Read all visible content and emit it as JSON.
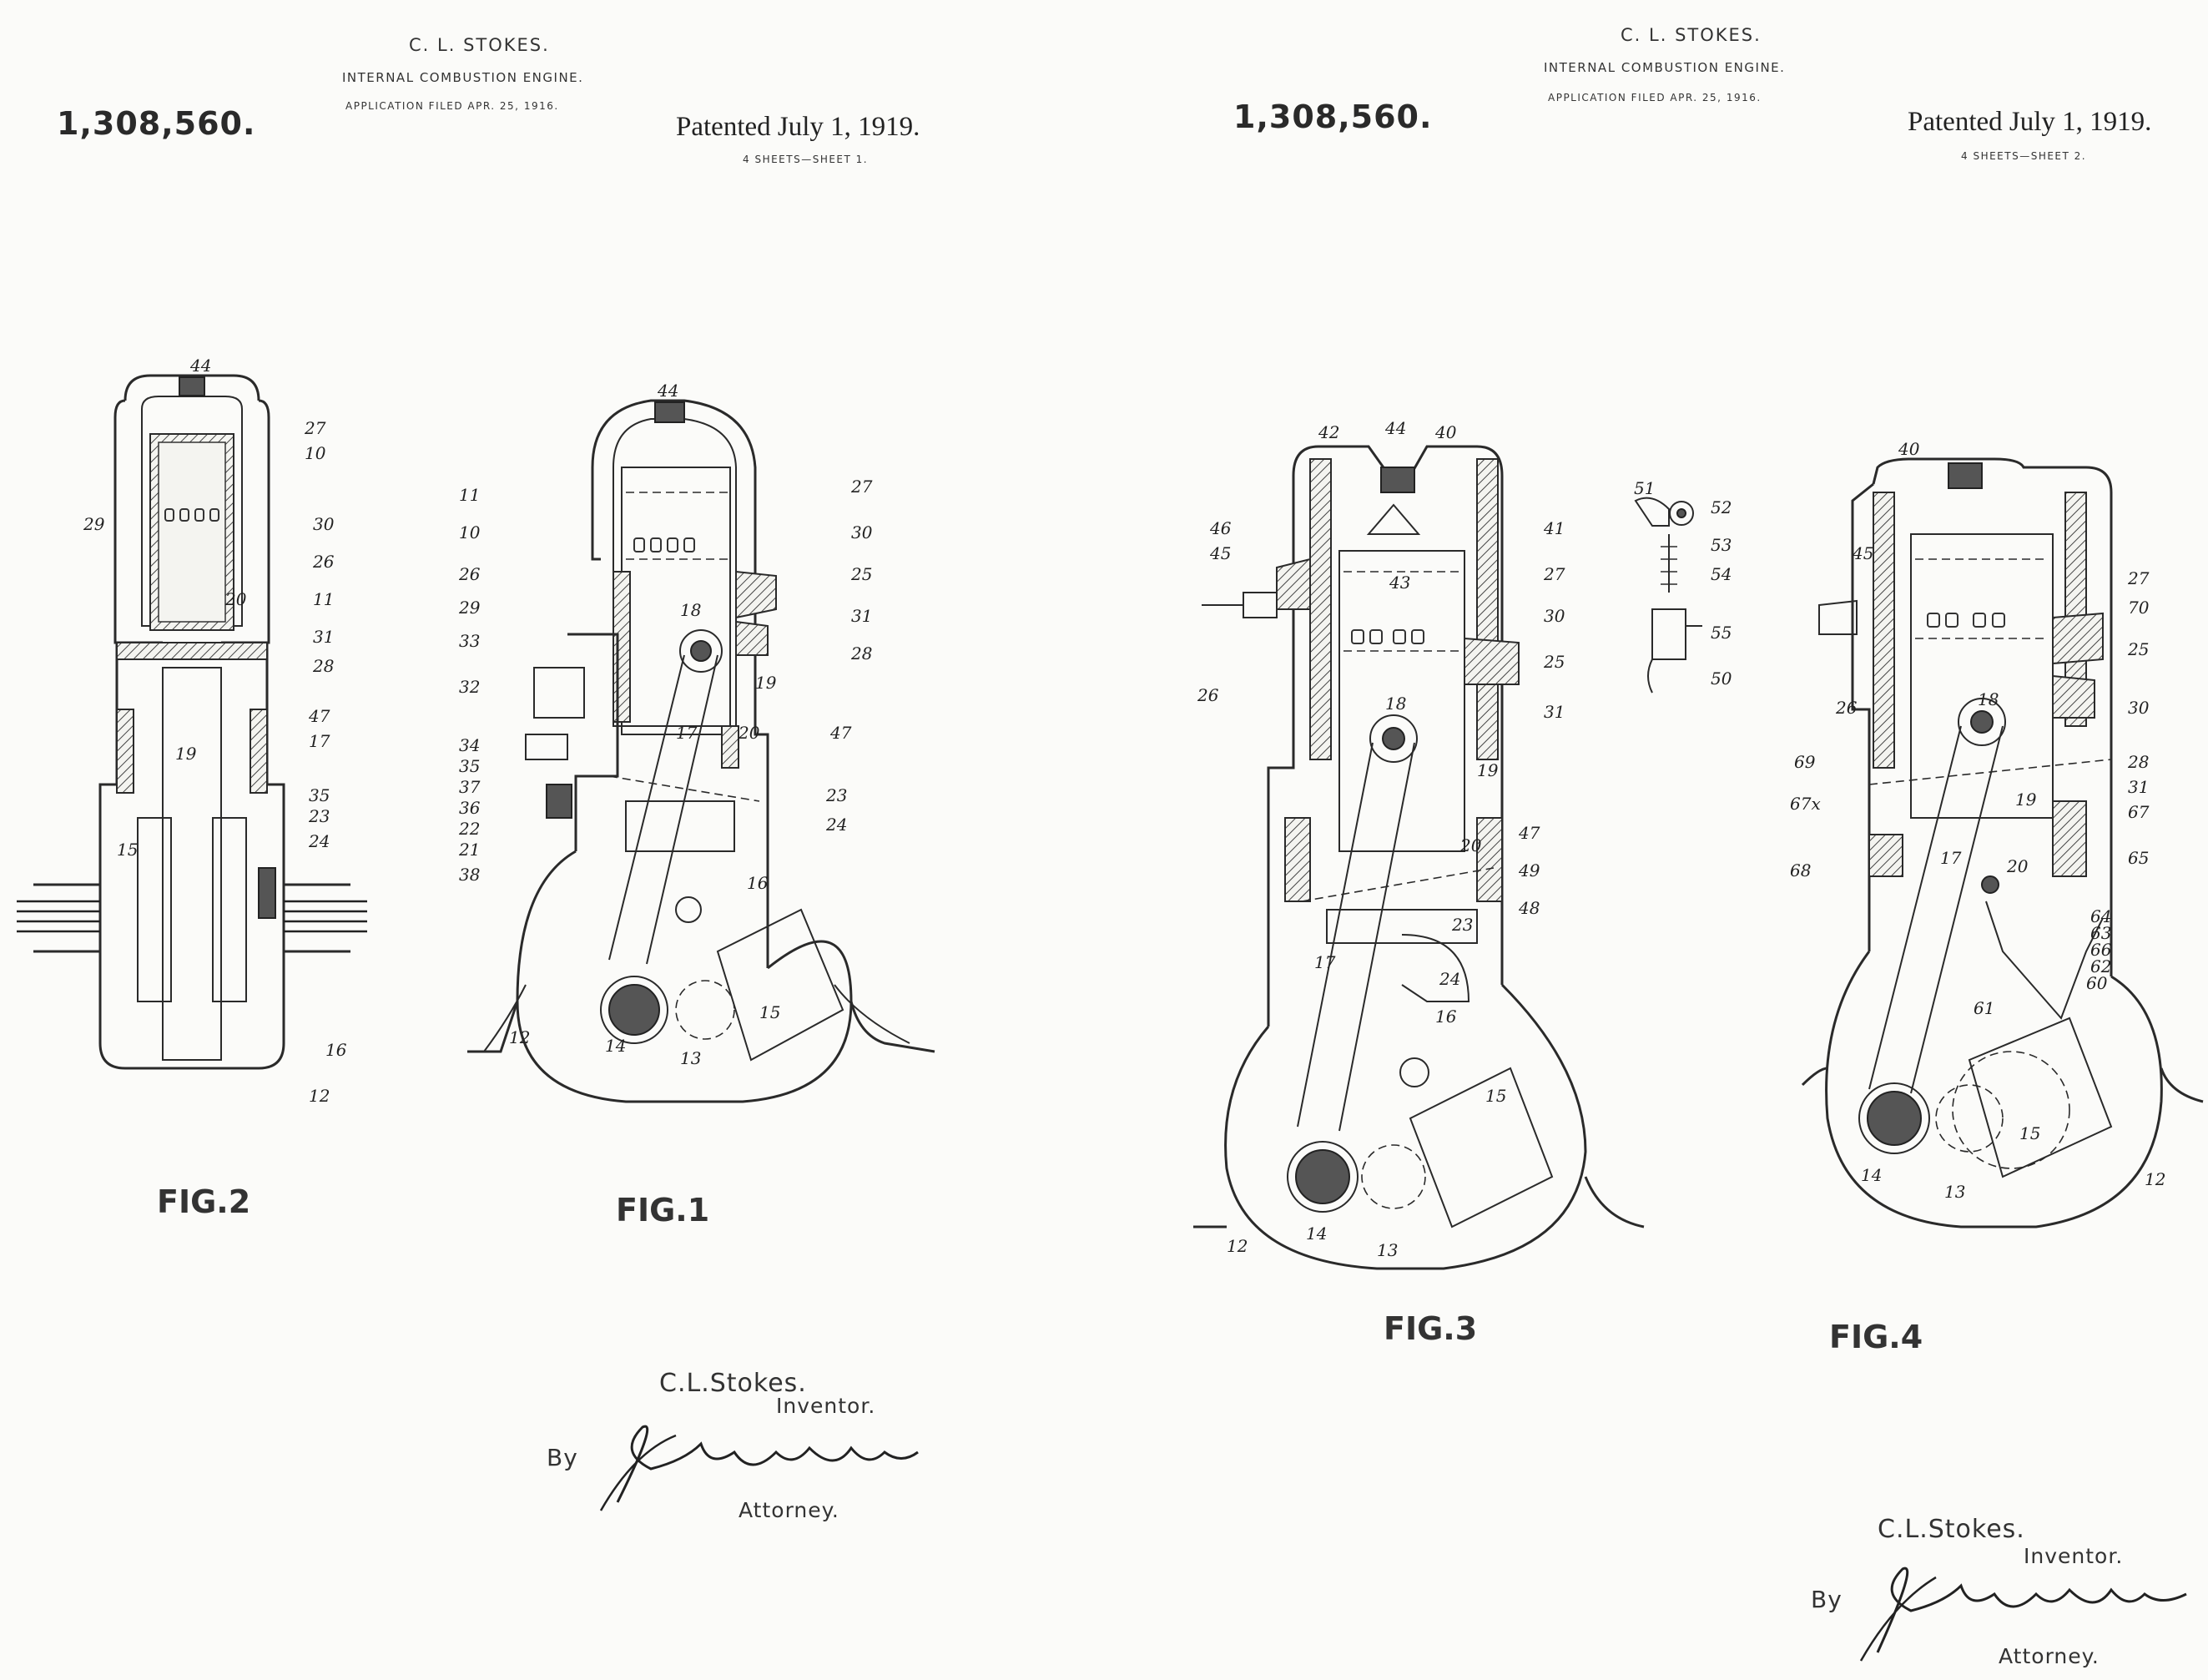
{
  "sheets": [
    {
      "patent_number": "1,308,560.",
      "inventor": "C. L. STOKES.",
      "title": "INTERNAL COMBUSTION ENGINE.",
      "application": "APPLICATION FILED APR. 25, 1916.",
      "patented": "Patented July 1, 1919.",
      "sheet_info": "4 SHEETS—SHEET 1.",
      "figures": [
        "FIG.2",
        "FIG.1"
      ],
      "signature": {
        "name": "C.L.Stokes.",
        "role": "Inventor.",
        "by": "By",
        "attorney": "Attorney."
      }
    },
    {
      "patent_number": "1,308,560.",
      "inventor": "C. L. STOKES.",
      "title": "INTERNAL COMBUSTION ENGINE.",
      "application": "APPLICATION FILED APR. 25, 1916.",
      "patented": "Patented July 1, 1919.",
      "sheet_info": "4 SHEETS—SHEET 2.",
      "figures": [
        "FIG.3",
        "FIG.4"
      ],
      "signature": {
        "name": "C.L.Stokes.",
        "role": "Inventor.",
        "by": "By",
        "attorney": "Attorney."
      }
    }
  ],
  "reference_numerals": {
    "fig2": [
      "44",
      "27",
      "10",
      "29",
      "30",
      "26",
      "20",
      "11",
      "31",
      "28",
      "47",
      "17",
      "19",
      "35",
      "23",
      "24",
      "15",
      "16",
      "12"
    ],
    "fig1": [
      "44",
      "11",
      "10",
      "26",
      "29",
      "27",
      "30",
      "25",
      "18",
      "31",
      "28",
      "19",
      "33",
      "32",
      "34",
      "35",
      "37",
      "36",
      "22",
      "21",
      "38",
      "17",
      "20",
      "47",
      "23",
      "24",
      "16",
      "12",
      "14",
      "13",
      "15"
    ],
    "fig3": [
      "42",
      "44",
      "40",
      "41",
      "46",
      "45",
      "43",
      "27",
      "30",
      "26",
      "25",
      "18",
      "31",
      "19",
      "47",
      "20",
      "49",
      "48",
      "23",
      "17",
      "24",
      "16",
      "15",
      "14",
      "13",
      "12"
    ],
    "fig3_detail": [
      "51",
      "52",
      "53",
      "54",
      "55",
      "50"
    ],
    "fig4": [
      "40",
      "45",
      "27",
      "70",
      "25",
      "26",
      "30",
      "18",
      "69",
      "28",
      "31",
      "67x",
      "19",
      "67",
      "68",
      "20",
      "65",
      "17",
      "64",
      "63",
      "66",
      "62",
      "60",
      "61",
      "14",
      "13",
      "15",
      "12"
    ]
  }
}
